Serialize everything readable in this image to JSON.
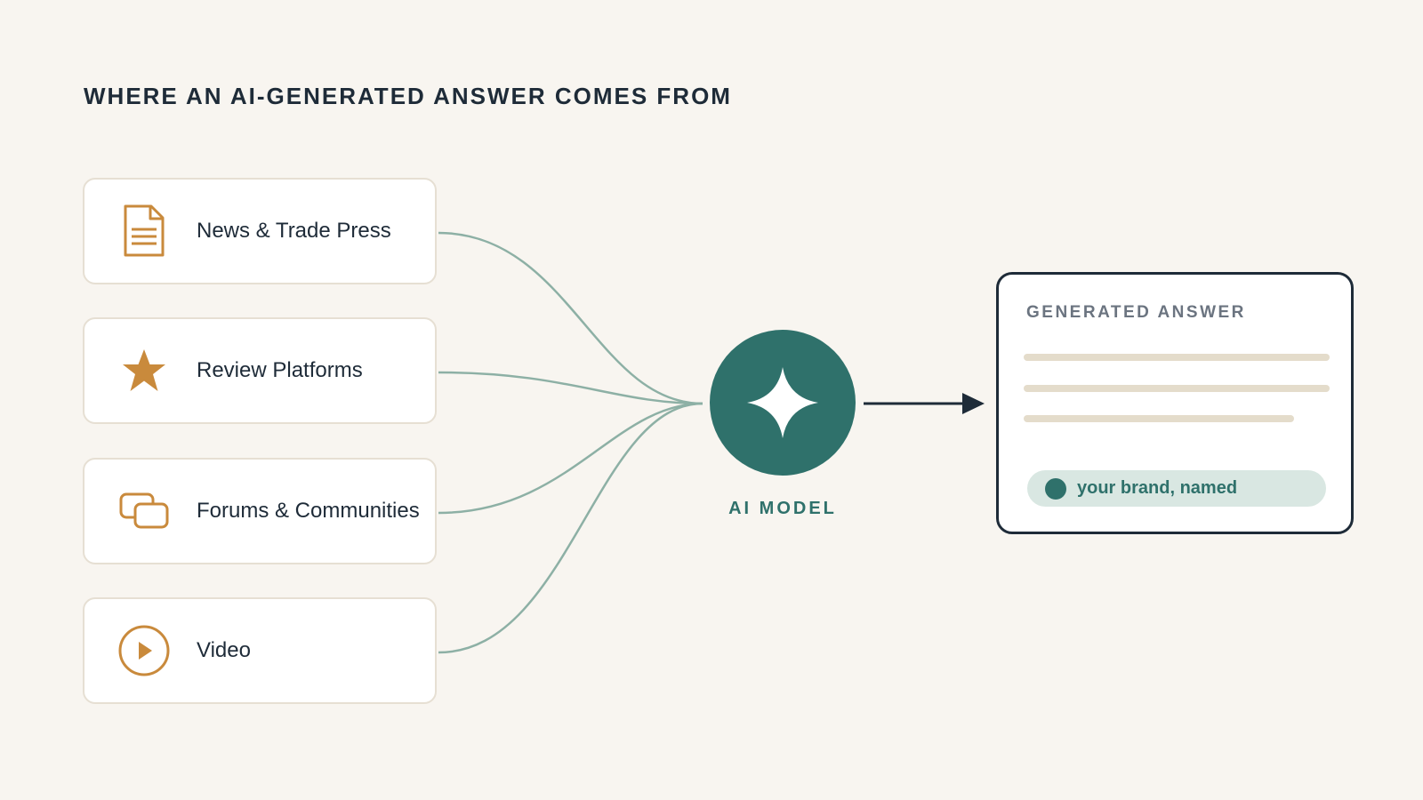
{
  "title": "WHERE AN AI-GENERATED ANSWER COMES FROM",
  "sources": [
    {
      "label": "News & Trade Press",
      "icon": "document-icon"
    },
    {
      "label": "Review Platforms",
      "icon": "star-icon"
    },
    {
      "label": "Forums & Communities",
      "icon": "chat-bubbles-icon"
    },
    {
      "label": "Video",
      "icon": "play-circle-icon"
    }
  ],
  "ai_model": {
    "label": "AI MODEL",
    "icon": "sparkle-icon"
  },
  "answer": {
    "title": "GENERATED ANSWER",
    "brand_label": "your brand, named"
  },
  "colors": {
    "background": "#f8f5f0",
    "accent_teal": "#2f716b",
    "accent_orange": "#c98a3c",
    "connector": "#8db0a5",
    "text_dark": "#1e2b38"
  }
}
